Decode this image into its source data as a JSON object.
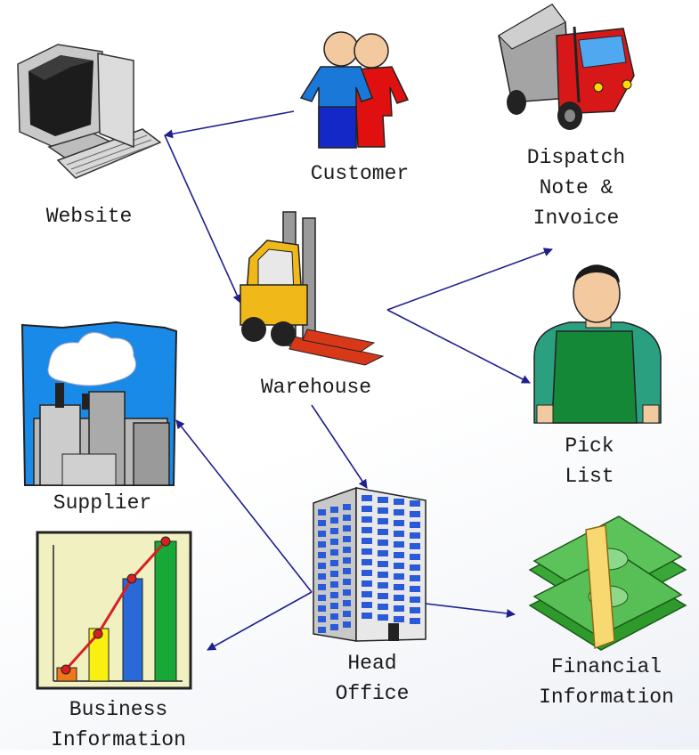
{
  "nodes": {
    "customer": {
      "label": "Customer"
    },
    "website": {
      "label": "Website"
    },
    "dispatch": {
      "lines": [
        "Dispatch",
        "Note &",
        "Invoice"
      ]
    },
    "warehouse": {
      "label": "Warehouse"
    },
    "pick_list": {
      "lines": [
        "Pick",
        "List"
      ]
    },
    "supplier": {
      "label": "Supplier"
    },
    "head_office": {
      "lines": [
        "Head",
        "Office"
      ]
    },
    "financial": {
      "lines": [
        "Financial",
        "Information"
      ]
    },
    "business": {
      "lines": [
        "Business",
        "Information"
      ]
    }
  },
  "edges": [
    {
      "from": "Customer",
      "to": "Website"
    },
    {
      "from": "Website",
      "to": "Warehouse"
    },
    {
      "from": "Warehouse",
      "to": "Dispatch Note & Invoice"
    },
    {
      "from": "Warehouse",
      "to": "Pick List"
    },
    {
      "from": "Warehouse",
      "to": "Head Office"
    },
    {
      "from": "Head Office",
      "to": "Supplier"
    },
    {
      "from": "Head Office",
      "to": "Business Information"
    },
    {
      "from": "Head Office",
      "to": "Financial Information"
    }
  ],
  "colors": {
    "arrow": "#1f1f8f",
    "text": "#1a1a1a"
  }
}
